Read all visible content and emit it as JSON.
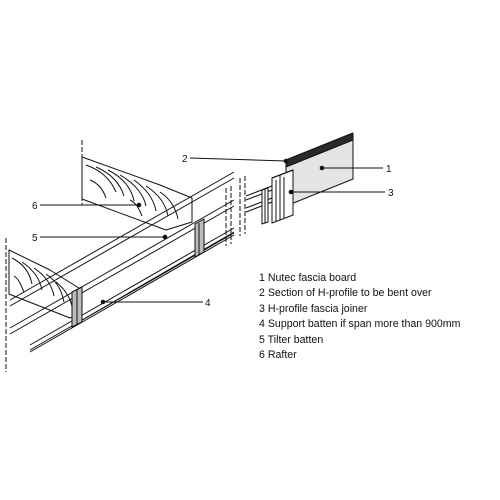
{
  "callouts": [
    {
      "id": "2",
      "label": "2"
    },
    {
      "id": "1",
      "label": "1"
    },
    {
      "id": "3",
      "label": "3"
    },
    {
      "id": "6",
      "label": "6"
    },
    {
      "id": "5",
      "label": "5"
    },
    {
      "id": "4",
      "label": "4"
    }
  ],
  "legend": [
    {
      "num": "1",
      "text": "Nutec fascia board"
    },
    {
      "num": "2",
      "text": "Section of H-profile to be bent over"
    },
    {
      "num": "3",
      "text": "H-profile fascia joiner"
    },
    {
      "num": "4",
      "text": "Support batten if span more than 900mm"
    },
    {
      "num": "5",
      "text": " Tilter batten"
    },
    {
      "num": "6",
      "text": " Rafter"
    }
  ],
  "colors": {
    "line": "#111111",
    "fascia_fill": "#e3e3e3",
    "rafter_fill": "#ffffff"
  }
}
